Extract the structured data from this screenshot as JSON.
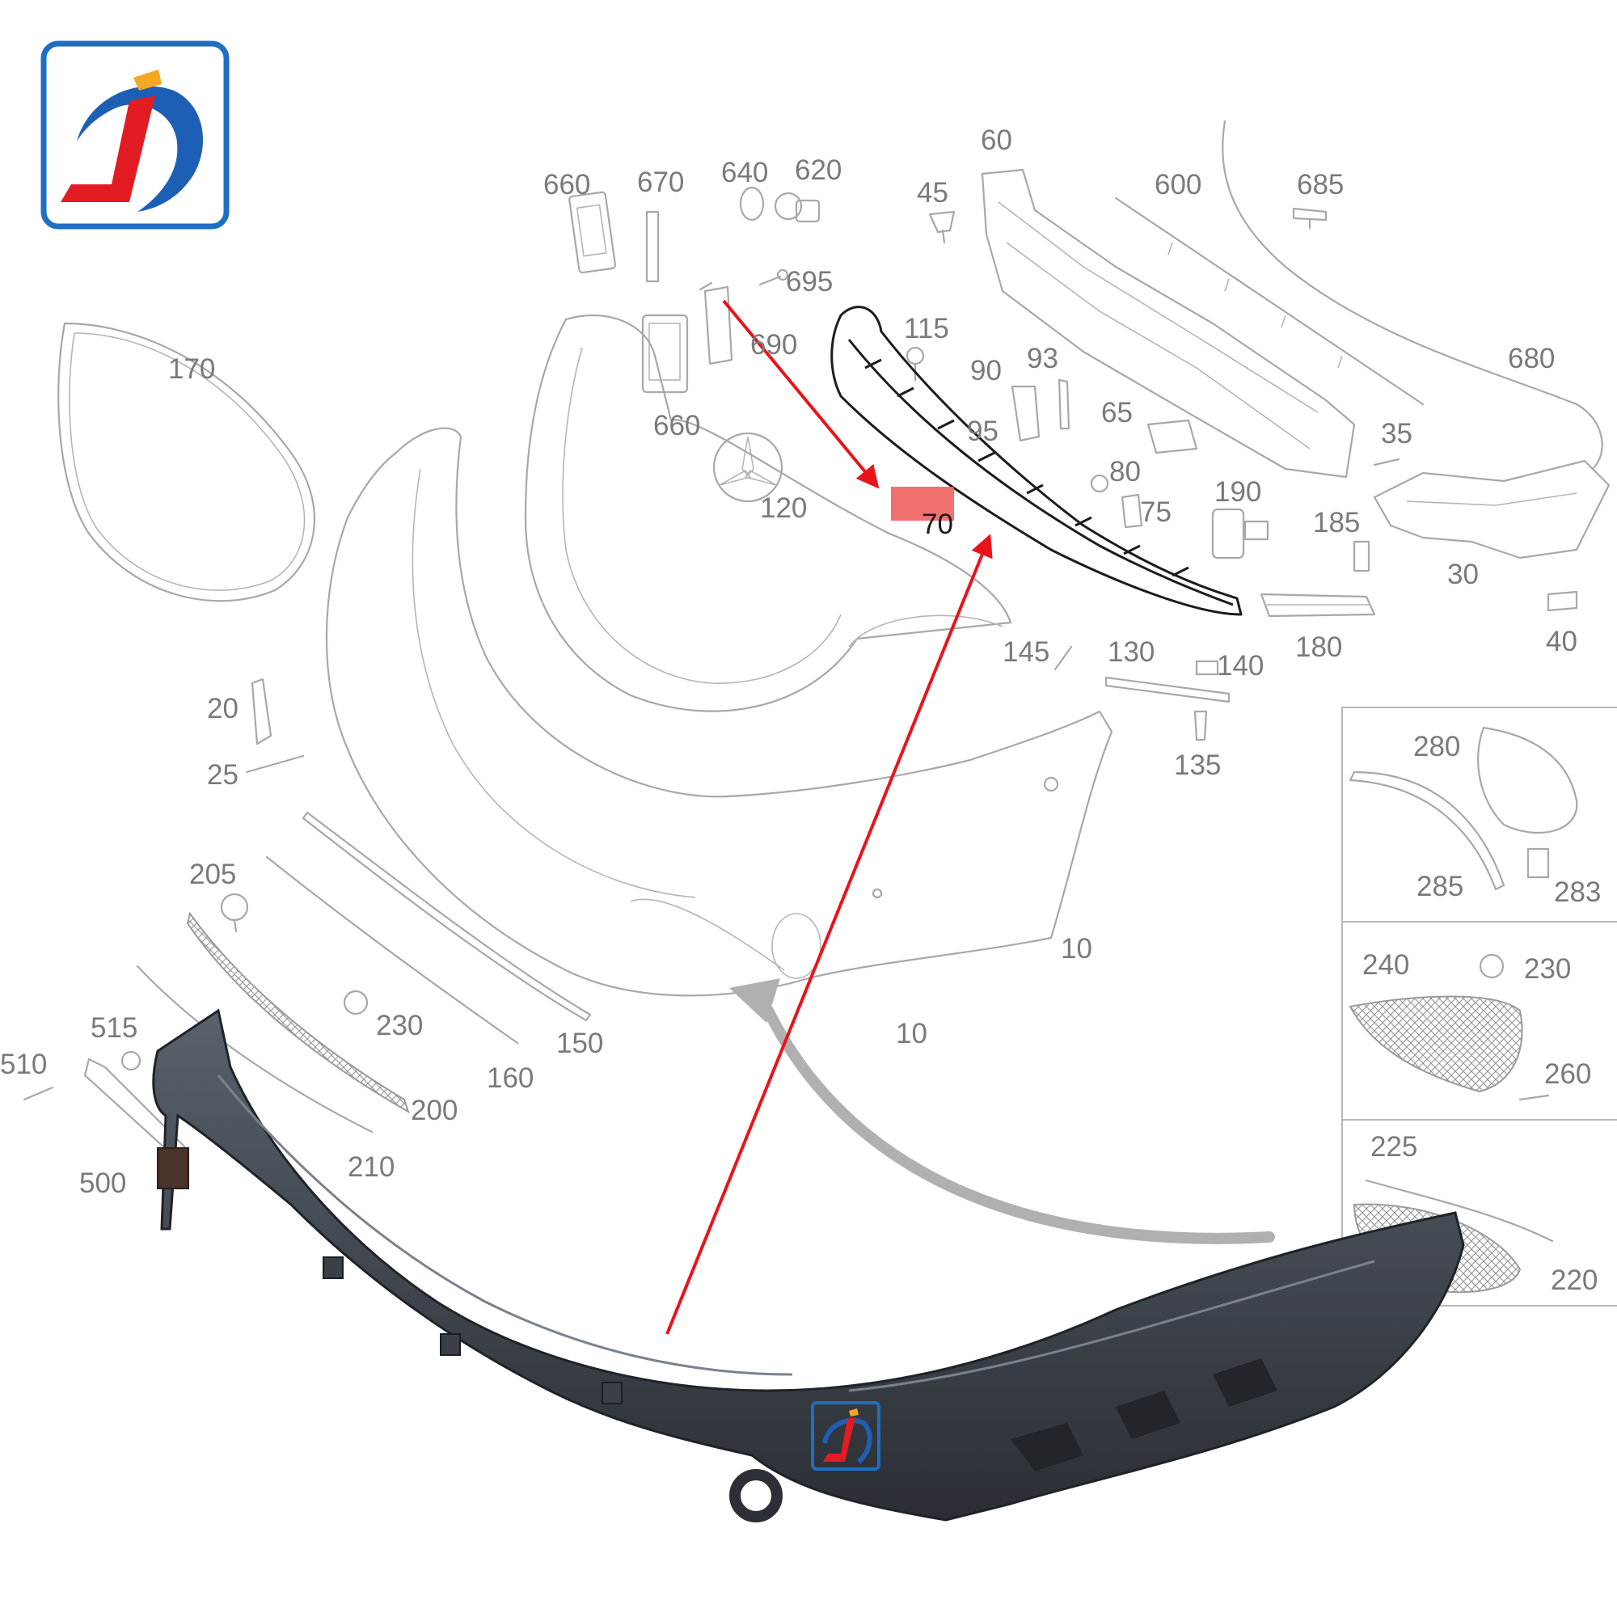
{
  "logo": {
    "name": "HJ brand logo",
    "colors": {
      "border": "#1e6fc4",
      "red": "#e31b23",
      "blue": "#1c5fb5",
      "orange": "#f5a623"
    }
  },
  "callouts": {
    "c660a": "660",
    "c670": "670",
    "c640": "640",
    "c620": "620",
    "c60": "60",
    "c45": "45",
    "c600": "600",
    "c685": "685",
    "c695": "695",
    "c690": "690",
    "c115": "115",
    "c170": "170",
    "c660b": "660",
    "c90": "90",
    "c93": "93",
    "c680": "680",
    "c95": "95",
    "c65": "65",
    "c35": "35",
    "c120": "120",
    "c80": "80",
    "c75": "75",
    "c190": "190",
    "c70": "70",
    "c185": "185",
    "c30": "30",
    "c145": "145",
    "c130": "130",
    "c140": "140",
    "c180": "180",
    "c40": "40",
    "c20": "20",
    "c25": "25",
    "c135": "135",
    "c280": "280",
    "c285": "285",
    "c283": "283",
    "c205": "205",
    "c10a": "10",
    "c240": "240",
    "c230a": "230",
    "c230b": "230",
    "c150": "150",
    "c10b": "10",
    "c515": "515",
    "c160": "160",
    "c260": "260",
    "c510": "510",
    "c200": "200",
    "c225": "225",
    "c500": "500",
    "c210": "210",
    "c220": "220"
  },
  "highlight": {
    "part_number": "70",
    "color": "#f06060"
  },
  "arrow_color": "#e8141a",
  "curve_arrow_color": "#b0b0b0"
}
